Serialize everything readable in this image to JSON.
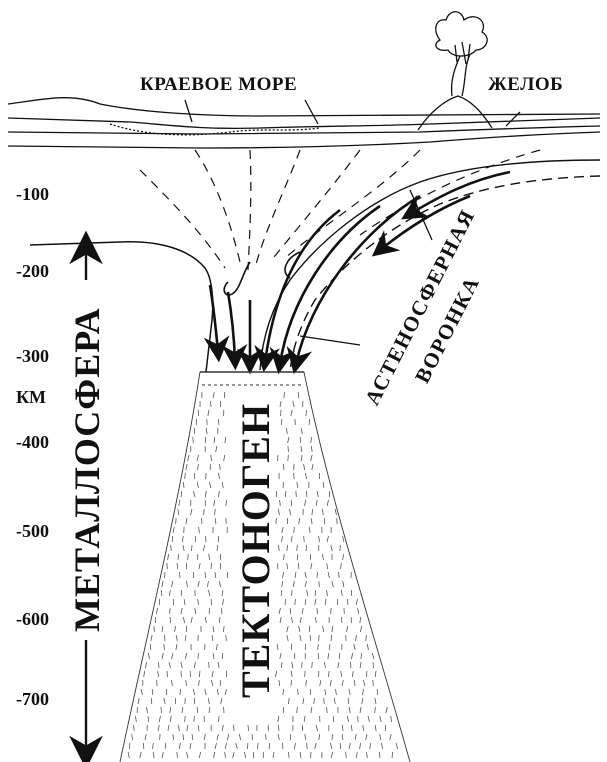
{
  "labels": {
    "marginal_sea": "КРАЕВОЕ МОРЕ",
    "trench": "ЖЕЛОБ",
    "asthenosphere_funnel_line1": "АСТЕНОСФЕРНАЯ",
    "asthenosphere_funnel_line2": "ВОРОНКА",
    "metallosphere": "МЕТАЛЛОСФЕРА",
    "tectonogen": "ТЕКТОНОГЕН",
    "km_unit": "КМ"
  },
  "depth_scale": [
    {
      "id": "d100",
      "text": "-100"
    },
    {
      "id": "d200",
      "text": "-200"
    },
    {
      "id": "d300",
      "text": "-300"
    },
    {
      "id": "d400",
      "text": "-400"
    },
    {
      "id": "d500",
      "text": "-500"
    },
    {
      "id": "d600",
      "text": "-600"
    },
    {
      "id": "d700",
      "text": "-700"
    }
  ],
  "colors": {
    "ink": "#111111",
    "background": "#ffffff"
  }
}
